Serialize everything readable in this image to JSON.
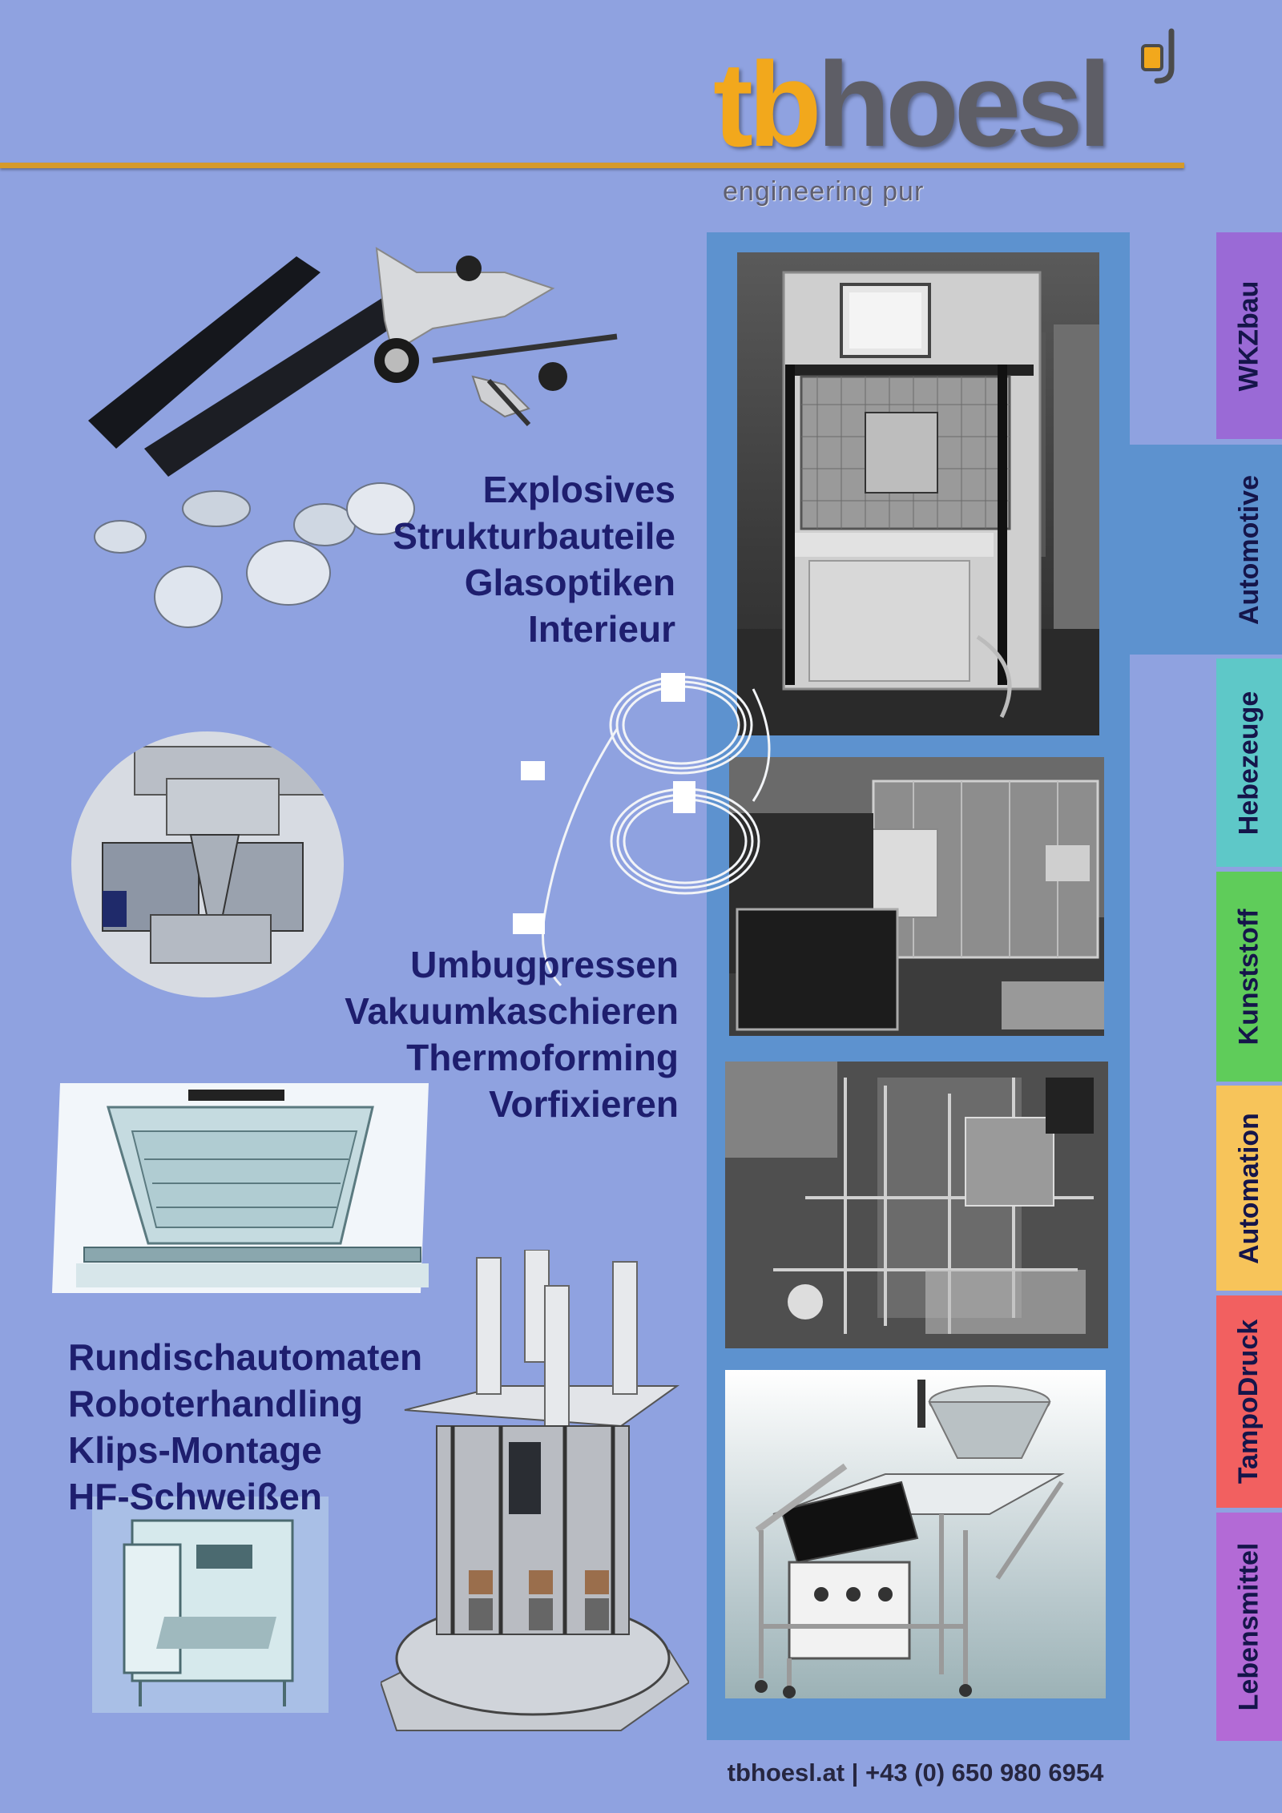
{
  "brand": {
    "logo_tb": "tb",
    "logo_hoesl": "hoesl",
    "tagline": "engineering pur",
    "colors": {
      "accent_orange": "#f2a81c",
      "logo_gray": "#5e5e66",
      "background": "#8fa2e0",
      "panel_blue": "#5d92cf"
    }
  },
  "tabs": [
    {
      "label": "WKZbau",
      "color": "#9a6ad6"
    },
    {
      "label": "Automotive",
      "color": "#5d92cf"
    },
    {
      "label": "Hebezeuge",
      "color": "#5ec8c8"
    },
    {
      "label": "Kunststoff",
      "color": "#5fcc5a"
    },
    {
      "label": "Automation",
      "color": "#f7c45a"
    },
    {
      "label": "TampoDruck",
      "color": "#f26060"
    },
    {
      "label": "Lebensmittel",
      "color": "#b36ad6"
    }
  ],
  "blocks": {
    "automotive": [
      "Explosives",
      "Strukturbauteile",
      "Glasoptiken",
      "Interieur"
    ],
    "kunststoff": [
      "Umbugpressen",
      "Vakuumkaschieren",
      "Thermoforming",
      "Vorfixieren"
    ],
    "automation": [
      "Rundischautomaten",
      "Roboterhandling",
      "Klips-Montage",
      "HF-Schweißen"
    ]
  },
  "footer": {
    "contact": "tbhoesl.at | +43 (0) 650 980 6954"
  }
}
